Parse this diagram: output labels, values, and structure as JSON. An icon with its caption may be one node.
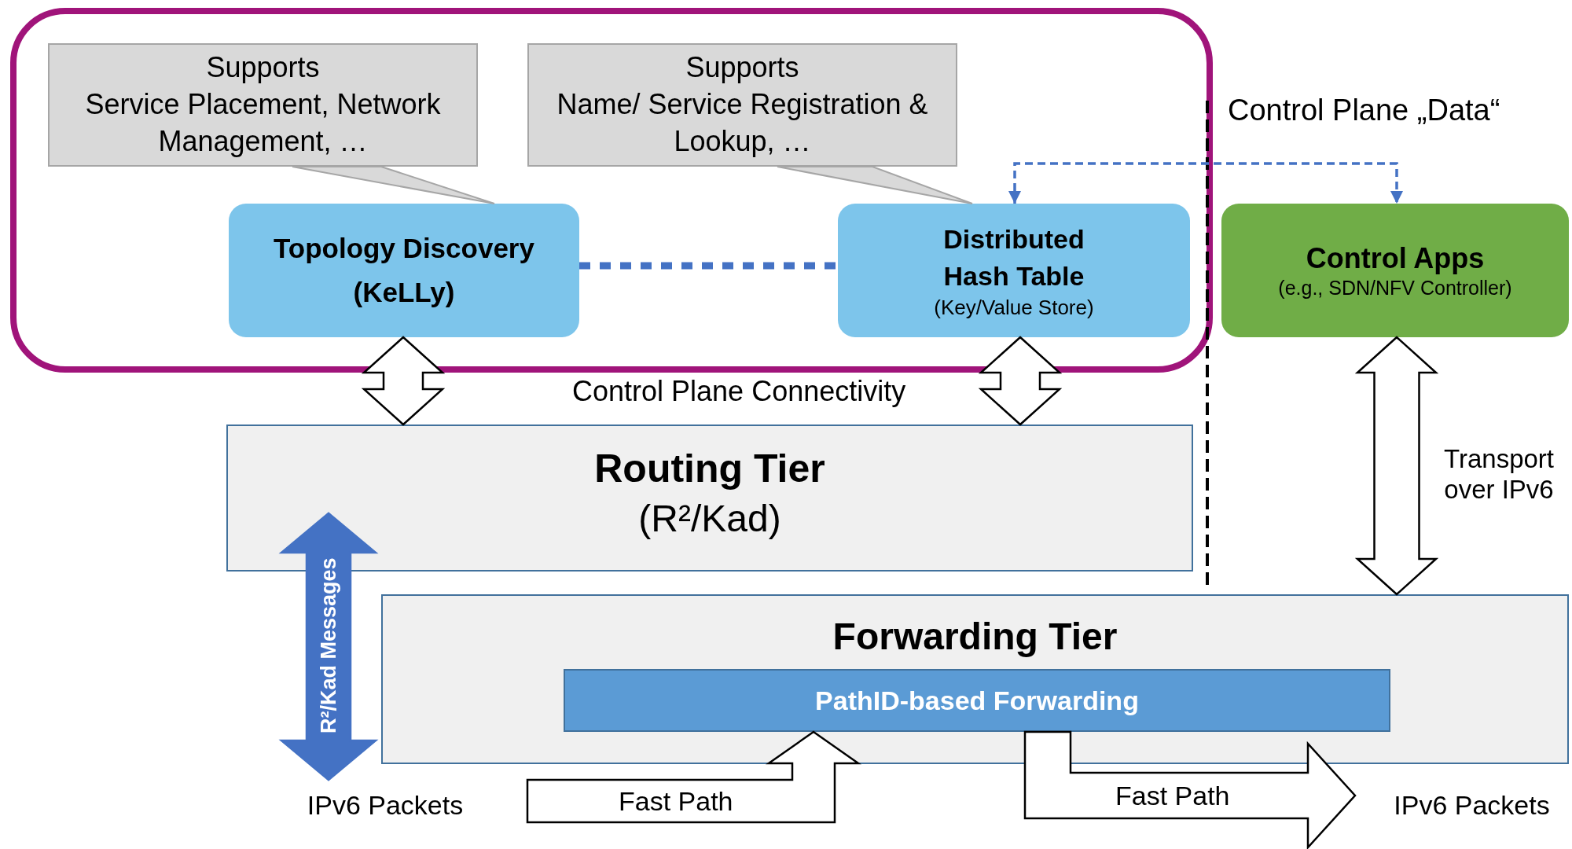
{
  "diagram": {
    "nodes": [
      {
        "text": [],
        "shape": "box"
      },
      {
        "text": [
          "Supports",
          "Service Placement, Network Management, …"
        ],
        "in": 0
      },
      {
        "text": [
          "Supports",
          "Name/ Service Registration & Lookup, …"
        ],
        "in": 0
      },
      {
        "text": [
          "Topology Discovery (KeLLy)"
        ],
        "in": 0
      },
      {
        "text": [
          "Distributed Hash Table",
          "(Key/Value Store)"
        ],
        "in": 0
      },
      {
        "text": [
          "Control Apps",
          "(e.g., SDN/NFV Controller)"
        ]
      },
      {
        "text": [
          "Routing Tier",
          "(R²/Kad)"
        ]
      },
      {
        "text": [
          "Forwarding Tier"
        ]
      },
      {
        "text": [
          "PathID-based Forwarding"
        ],
        "in": 7
      },
      {
        "text": [
          "IPv6 Packets"
        ]
      },
      {
        "text": [
          "IPv6 Packets"
        ]
      }
    ],
    "edges": [
      {
        "from": 1,
        "to": 3,
        "arrow": "none",
        "color": "#a6a6a6"
      },
      {
        "from": 2,
        "to": 4,
        "arrow": "none",
        "color": "#a6a6a6"
      },
      {
        "from": 3,
        "to": 4,
        "arrow": "none",
        "style": "dashed",
        "color": "#4472c4"
      },
      {
        "from": 4,
        "to": 5,
        "arrow": "both",
        "style": "dashed",
        "color": "#4472c4"
      },
      {
        "from": 3,
        "to": 6,
        "arrow": "both"
      },
      {
        "from": 4,
        "to": 6,
        "arrow": "both"
      },
      {
        "from": 5,
        "to": 7,
        "arrow": "both",
        "label": "Transport over IPv6"
      },
      {
        "from": 6,
        "to": 9,
        "arrow": "both",
        "label": "R²/Kad Messages",
        "color": "#4472c4"
      },
      {
        "from": null,
        "to": 8,
        "arrow": "to",
        "label": "Fast Path"
      },
      {
        "from": 8,
        "to": 10,
        "arrow": "to",
        "label": "Fast Path"
      }
    ],
    "labels": [
      "Control Plane „Data“",
      "Control Plane Connectivity"
    ]
  }
}
